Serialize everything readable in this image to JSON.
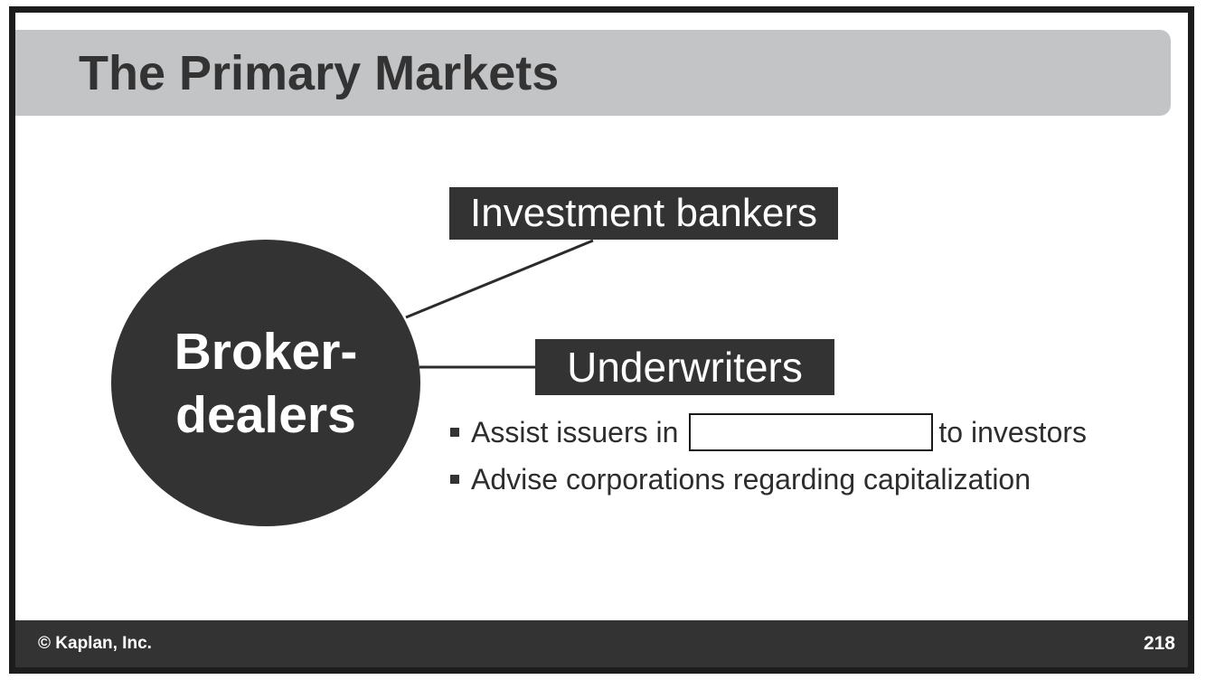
{
  "slide": {
    "title": "The Primary Markets",
    "footer": {
      "copyright": "© Kaplan, Inc.",
      "page_number": "218"
    }
  },
  "diagram": {
    "circle": {
      "line1": "Broker-",
      "line2": "dealers"
    },
    "labels": {
      "investment_bankers": "Investment bankers",
      "underwriters": "Underwriters"
    },
    "bullets": [
      {
        "prefix": "Assist issuers in",
        "blank": "",
        "suffix": "to investors"
      },
      {
        "text": "Advise corporations regarding capitalization"
      }
    ]
  },
  "colors": {
    "dark": "#333333",
    "title_bar_gray": "#c2c4c6",
    "border_black": "#1d1d1d",
    "text_white": "#ffffff",
    "text_dark": "#2d2d2d"
  }
}
